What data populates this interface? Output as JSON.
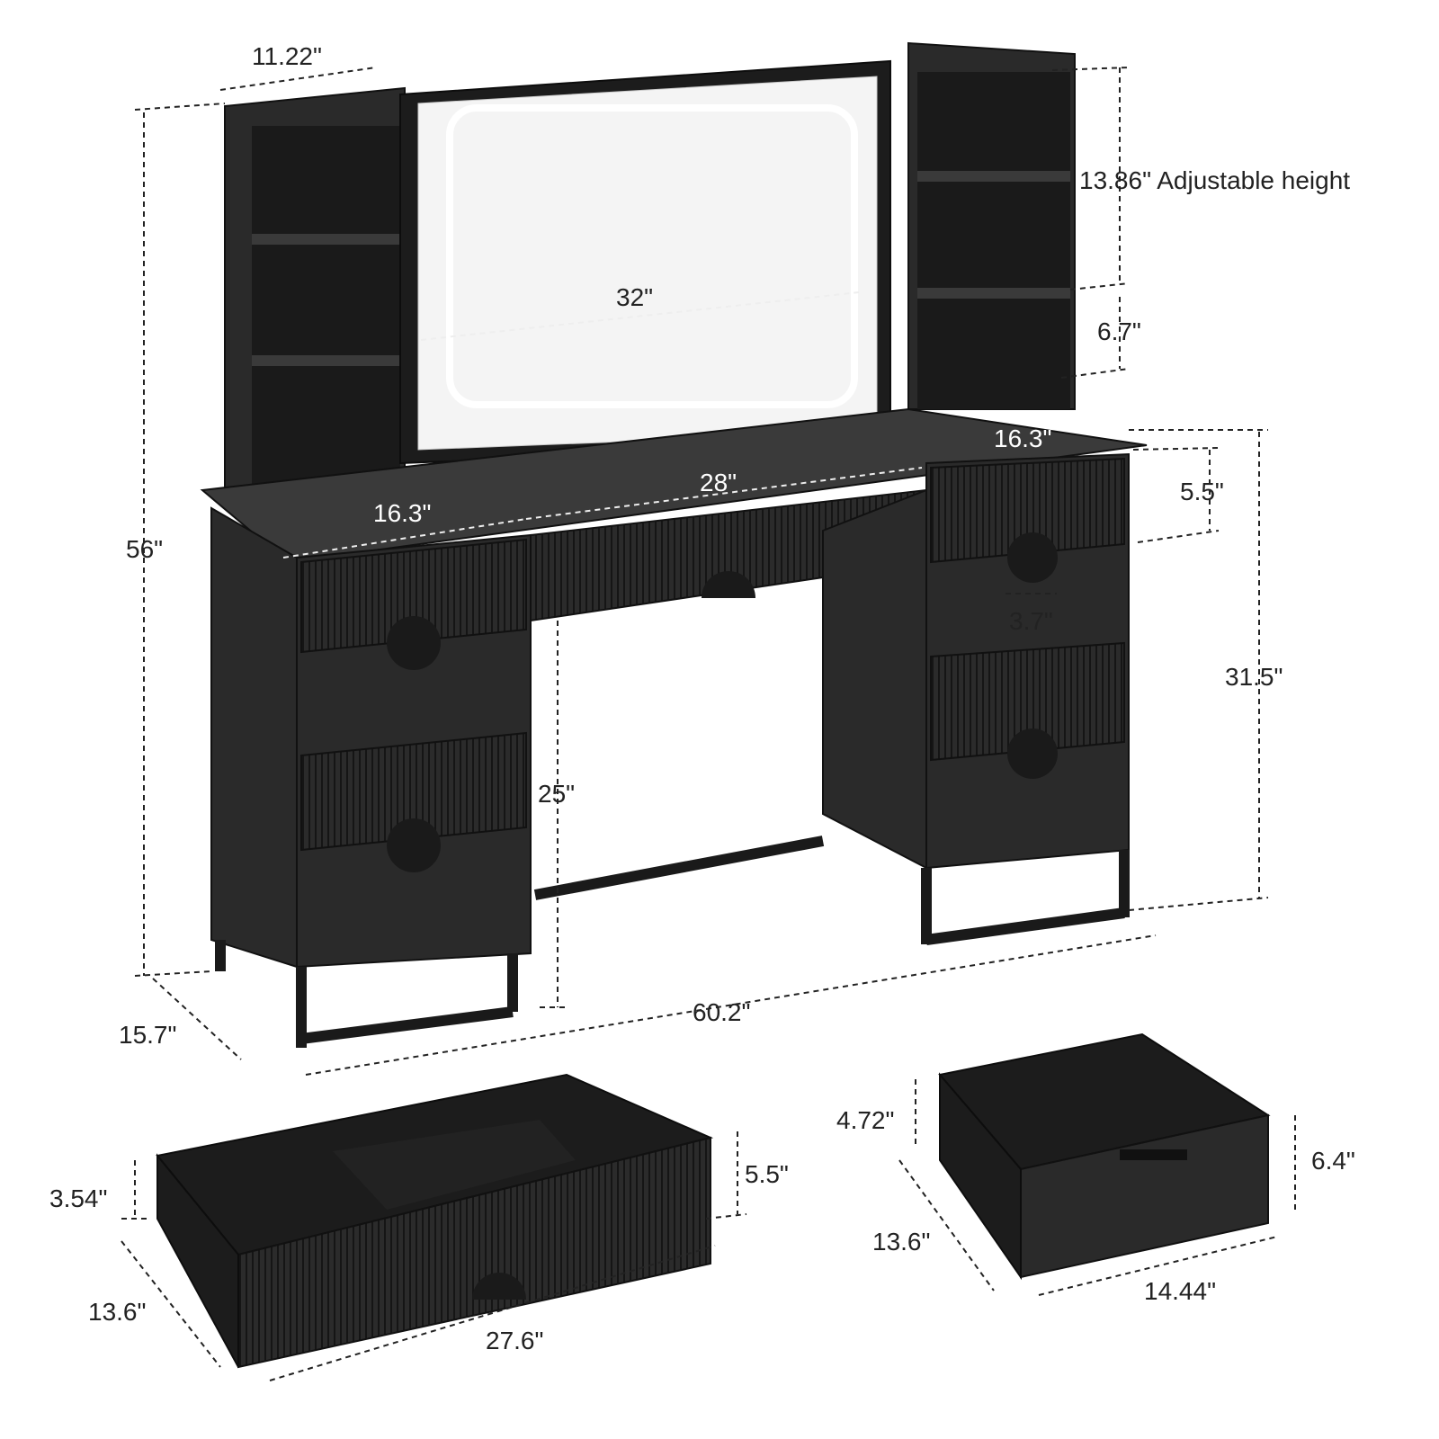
{
  "dimensions": {
    "hutch_width": "11.22\"",
    "mirror_adjust": "13.86\" Adjustable height",
    "mirror_width": "32\"",
    "mirror_gap": "6.7\"",
    "total_height": "56\"",
    "left_top_width": "16.3\"",
    "right_top_width": "16.3\"",
    "center_width": "28\"",
    "drawer_height": "5.5\"",
    "handle_width": "3.7\"",
    "desk_height": "31.5\"",
    "knee_height": "25\"",
    "depth": "15.7\"",
    "total_width": "60.2\"",
    "center_drawer_inner_height": "3.54\"",
    "center_drawer_height": "5.5\"",
    "center_drawer_depth": "13.6\"",
    "center_drawer_width": "27.6\"",
    "side_drawer_inner_height": "4.72\"",
    "side_drawer_height": "6.4\"",
    "side_drawer_depth": "13.6\"",
    "side_drawer_width": "14.44\""
  },
  "colors": {
    "furniture": "#2a2a2a",
    "mirror": "#f2f2f2",
    "background": "#ffffff"
  }
}
